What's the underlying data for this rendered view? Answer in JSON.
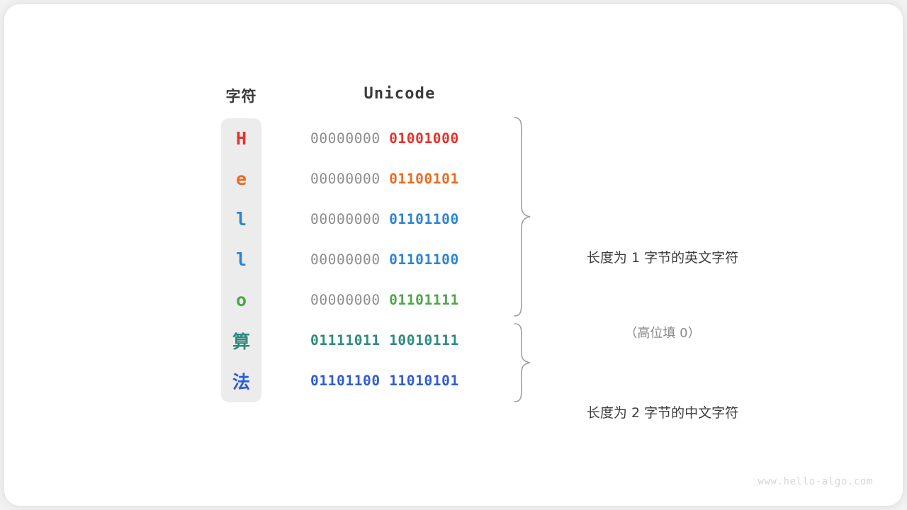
{
  "headers": {
    "char": "字符",
    "unicode": "Unicode"
  },
  "colors": {
    "red": "#e8312a",
    "orange": "#ee6a1e",
    "blue_light": "#2b84d6",
    "green": "#4ca64c",
    "teal": "#2e8b7e",
    "blue_dark": "#2e5bd8",
    "padding_gray": "#8c8c8c",
    "column_bg": "#ececec"
  },
  "rows": [
    {
      "char": "H",
      "script": "latin",
      "color": "#e8312a",
      "high_byte": "00000000",
      "low_byte": "01001000",
      "high_is_padding": true
    },
    {
      "char": "e",
      "script": "latin",
      "color": "#ee6a1e",
      "high_byte": "00000000",
      "low_byte": "01100101",
      "high_is_padding": true
    },
    {
      "char": "l",
      "script": "latin",
      "color": "#2b84d6",
      "high_byte": "00000000",
      "low_byte": "01101100",
      "high_is_padding": true
    },
    {
      "char": "l",
      "script": "latin",
      "color": "#2b84d6",
      "high_byte": "00000000",
      "low_byte": "01101100",
      "high_is_padding": true
    },
    {
      "char": "o",
      "script": "latin",
      "color": "#4ca64c",
      "high_byte": "00000000",
      "low_byte": "01101111",
      "high_is_padding": true
    },
    {
      "char": "算",
      "script": "cjk",
      "color": "#2e8b7e",
      "high_byte": "01111011",
      "low_byte": "10010111",
      "high_is_padding": false
    },
    {
      "char": "法",
      "script": "cjk",
      "color": "#2e5bd8",
      "high_byte": "01101100",
      "low_byte": "11010101",
      "high_is_padding": false
    }
  ],
  "annotations": {
    "group_one": {
      "main": "长度为 1 字节的英文字符",
      "sub": "（高位填 0）"
    },
    "group_two": {
      "main": "长度为 2 字节的中文字符",
      "sub": ""
    }
  },
  "watermark": "www.hello-algo.com"
}
